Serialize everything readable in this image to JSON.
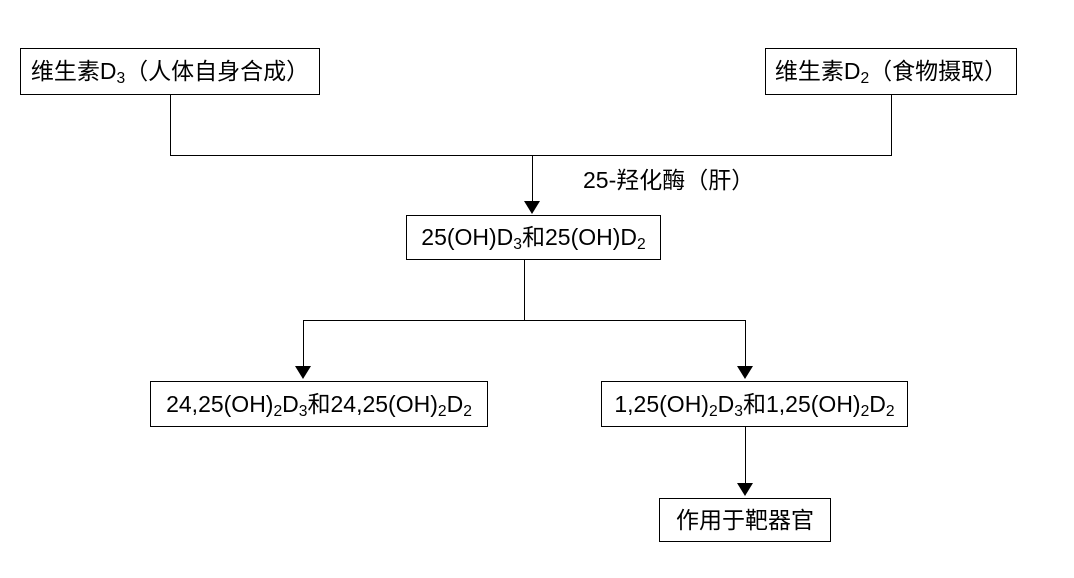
{
  "diagram": {
    "title": "Vitamin D metabolism pathway flowchart",
    "type": "flowchart",
    "background_color": "#ffffff",
    "line_color": "#000000",
    "text_color": "#000000",
    "nodes": [
      {
        "id": "d3",
        "label": "维生素D3（人体自身合成）",
        "label_html": "维生素D<sub>3</sub>（人体自身合成）",
        "role": "source-endogenous"
      },
      {
        "id": "d2",
        "label": "维生素D2（食物摄取）",
        "label_html": "维生素D<sub>2</sub>（食物摄取）",
        "role": "source-dietary"
      },
      {
        "id": "25oh",
        "label": "25(OH)D3和25(OH)D2",
        "label_html": "25(OH)D<sub>3</sub>和25(OH)D<sub>2</sub>",
        "role": "intermediate-metabolite"
      },
      {
        "id": "2425",
        "label": "24,25(OH)2D3和24,25(OH)2D2",
        "label_html": "24,25(OH)<sub>2</sub>D<sub>3</sub>和24,25(OH)<sub>2</sub>D<sub>2</sub>",
        "role": "inactive-metabolite"
      },
      {
        "id": "125",
        "label": "1,25(OH)2D3和1,25(OH)2D2",
        "label_html": "1,25(OH)<sub>2</sub>D<sub>3</sub>和1,25(OH)<sub>2</sub>D<sub>2</sub>",
        "role": "active-metabolite"
      },
      {
        "id": "target",
        "label": "作用于靶器官",
        "label_html": "作用于靶器官",
        "role": "effect"
      }
    ],
    "edge_labels": [
      {
        "id": "hydroxylase",
        "label": "25-羟化酶（肝）",
        "label_html": "25-羟化酶（肝）",
        "describes": "conversion of vitamin D2/D3 into 25(OH)D by hepatic 25-hydroxylase"
      }
    ],
    "edges": [
      {
        "from": "d3",
        "to": "25oh",
        "arrow": true
      },
      {
        "from": "d2",
        "to": "25oh",
        "arrow": true
      },
      {
        "from": "25oh",
        "to": "2425",
        "arrow": true
      },
      {
        "from": "25oh",
        "to": "125",
        "arrow": true
      },
      {
        "from": "125",
        "to": "target",
        "arrow": true
      }
    ]
  }
}
